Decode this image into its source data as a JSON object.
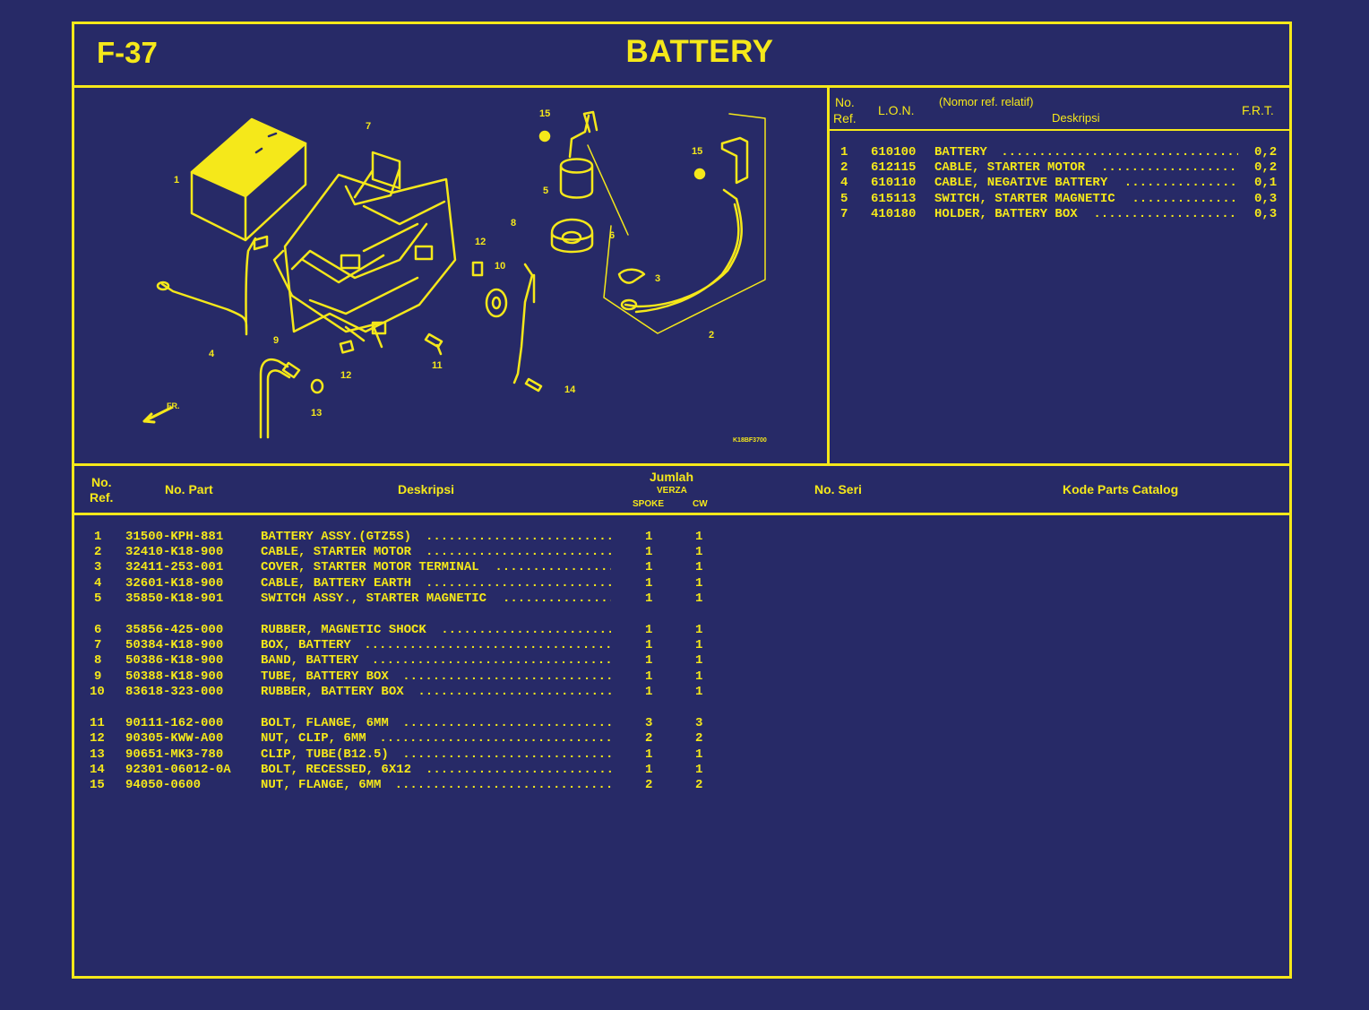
{
  "header": {
    "code": "F-37",
    "title": "BATTERY"
  },
  "diagram": {
    "ref_labels": [
      "1",
      "7",
      "15",
      "5",
      "15",
      "6",
      "8",
      "12",
      "10",
      "3",
      "2",
      "4",
      "9",
      "12",
      "11",
      "13",
      "14"
    ],
    "image_code": "K18BF3700",
    "direction_label": "FR."
  },
  "lon_table": {
    "headers": {
      "no": "No.",
      "ref": "Ref.",
      "lon": "L.O.N.",
      "nomor": "(Nomor ref. relatif)",
      "deskripsi": "Deskripsi",
      "frt": "F.R.T."
    },
    "rows": [
      {
        "ref": "1",
        "lon": "610100",
        "desc": "BATTERY",
        "frt": "0,2"
      },
      {
        "ref": "2",
        "lon": "612115",
        "desc": "CABLE, STARTER MOTOR",
        "frt": "0,2"
      },
      {
        "ref": "4",
        "lon": "610110",
        "desc": "CABLE, NEGATIVE BATTERY",
        "frt": "0,1"
      },
      {
        "ref": "5",
        "lon": "615113",
        "desc": "SWITCH, STARTER MAGNETIC",
        "frt": "0,3"
      },
      {
        "ref": "7",
        "lon": "410180",
        "desc": "HOLDER, BATTERY BOX",
        "frt": "0,3"
      }
    ]
  },
  "parts_table": {
    "headers": {
      "no": "No.",
      "ref": "Ref.",
      "part": "No. Part",
      "desc": "Deskripsi",
      "jumlah": "Jumlah",
      "verza": "VERZA",
      "spoke": "SPOKE",
      "cw": "CW",
      "seri": "No. Seri",
      "kode": "Kode Parts Catalog"
    },
    "rows": [
      {
        "ref": "1",
        "part": "31500-KPH-881",
        "desc": "BATTERY ASSY.(GTZ5S)",
        "spoke": "1",
        "cw": "1"
      },
      {
        "ref": "2",
        "part": "32410-K18-900",
        "desc": "CABLE, STARTER MOTOR",
        "spoke": "1",
        "cw": "1"
      },
      {
        "ref": "3",
        "part": "32411-253-001",
        "desc": "COVER, STARTER MOTOR TERMINAL",
        "spoke": "1",
        "cw": "1"
      },
      {
        "ref": "4",
        "part": "32601-K18-900",
        "desc": "CABLE, BATTERY EARTH",
        "spoke": "1",
        "cw": "1"
      },
      {
        "ref": "5",
        "part": "35850-K18-901",
        "desc": "SWITCH ASSY., STARTER MAGNETIC",
        "spoke": "1",
        "cw": "1"
      },
      {
        "ref": "6",
        "part": "35856-425-000",
        "desc": "RUBBER, MAGNETIC SHOCK",
        "spoke": "1",
        "cw": "1"
      },
      {
        "ref": "7",
        "part": "50384-K18-900",
        "desc": "BOX, BATTERY",
        "spoke": "1",
        "cw": "1"
      },
      {
        "ref": "8",
        "part": "50386-K18-900",
        "desc": "BAND, BATTERY",
        "spoke": "1",
        "cw": "1"
      },
      {
        "ref": "9",
        "part": "50388-K18-900",
        "desc": "TUBE, BATTERY BOX",
        "spoke": "1",
        "cw": "1"
      },
      {
        "ref": "10",
        "part": "83618-323-000",
        "desc": "RUBBER, BATTERY BOX",
        "spoke": "1",
        "cw": "1"
      },
      {
        "ref": "11",
        "part": "90111-162-000",
        "desc": "BOLT, FLANGE, 6MM",
        "spoke": "3",
        "cw": "3"
      },
      {
        "ref": "12",
        "part": "90305-KWW-A00",
        "desc": "NUT, CLIP, 6MM",
        "spoke": "2",
        "cw": "2"
      },
      {
        "ref": "13",
        "part": "90651-MK3-780",
        "desc": "CLIP, TUBE(B12.5)",
        "spoke": "1",
        "cw": "1"
      },
      {
        "ref": "14",
        "part": "92301-06012-0A",
        "desc": "BOLT, RECESSED, 6X12",
        "spoke": "1",
        "cw": "1"
      },
      {
        "ref": "15",
        "part": "94050-0600",
        "desc": "NUT, FLANGE, 6MM",
        "spoke": "2",
        "cw": "2"
      }
    ]
  },
  "colors": {
    "background": "#272a67",
    "accent": "#f5e81a"
  }
}
